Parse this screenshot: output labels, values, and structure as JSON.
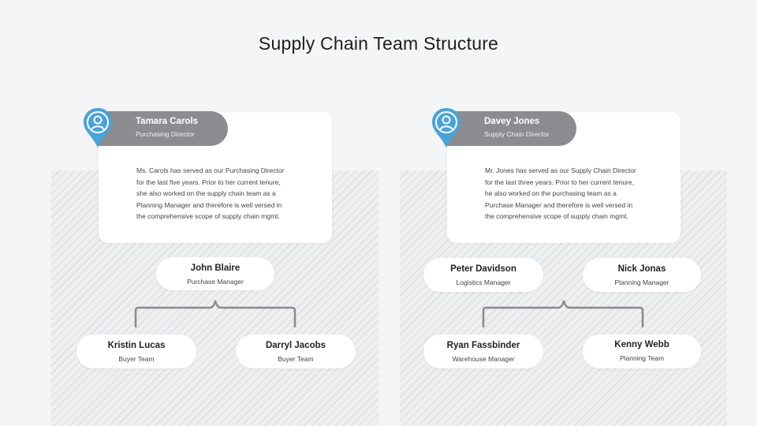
{
  "title": "Supply Chain Team Structure",
  "colors": {
    "accent": "#4aa3d9",
    "tab": "#8b8c8f",
    "bracket": "#8a8b8e",
    "background": "#f4f5f7"
  },
  "left": {
    "director": {
      "name": "Tamara Carols",
      "role": "Purchasing Director",
      "icon": "user-icon",
      "bio": [
        "Ms. Carols has served as our Purchasing Director",
        "for the last five years. Prior to her current tenure,",
        "she also worked on the supply chain team as a",
        "Planning Manager and therefore is well versed in",
        "the comprehensive scope of supply chain mgmt."
      ]
    },
    "manager": {
      "name": "John Blaire",
      "role": "Purchase Manager"
    },
    "reports": [
      {
        "name": "Kristin Lucas",
        "role": "Buyer Team"
      },
      {
        "name": "Darryl Jacobs",
        "role": "Buyer Team"
      }
    ]
  },
  "right": {
    "director": {
      "name": "Davey Jones",
      "role": "Supply Chain Director",
      "icon": "user-icon",
      "bio": [
        "Mr. Jones has served as our Supply Chain Director",
        "for the last three years. Prior to her current tenure,",
        "he also worked on the purchasing team as a",
        "Purchase Manager and therefore is well versed in",
        "the comprehensive scope of supply chain mgmt."
      ]
    },
    "managers": [
      {
        "name": "Peter Davidson",
        "role": "Logistics Manager"
      },
      {
        "name": "Nick Jonas",
        "role": "Planning Manager"
      }
    ],
    "reports": [
      {
        "name": "Ryan Fassbinder",
        "role": "Warehouse Manager"
      },
      {
        "name": "Kenny Webb",
        "role": "Planning Team"
      }
    ]
  }
}
